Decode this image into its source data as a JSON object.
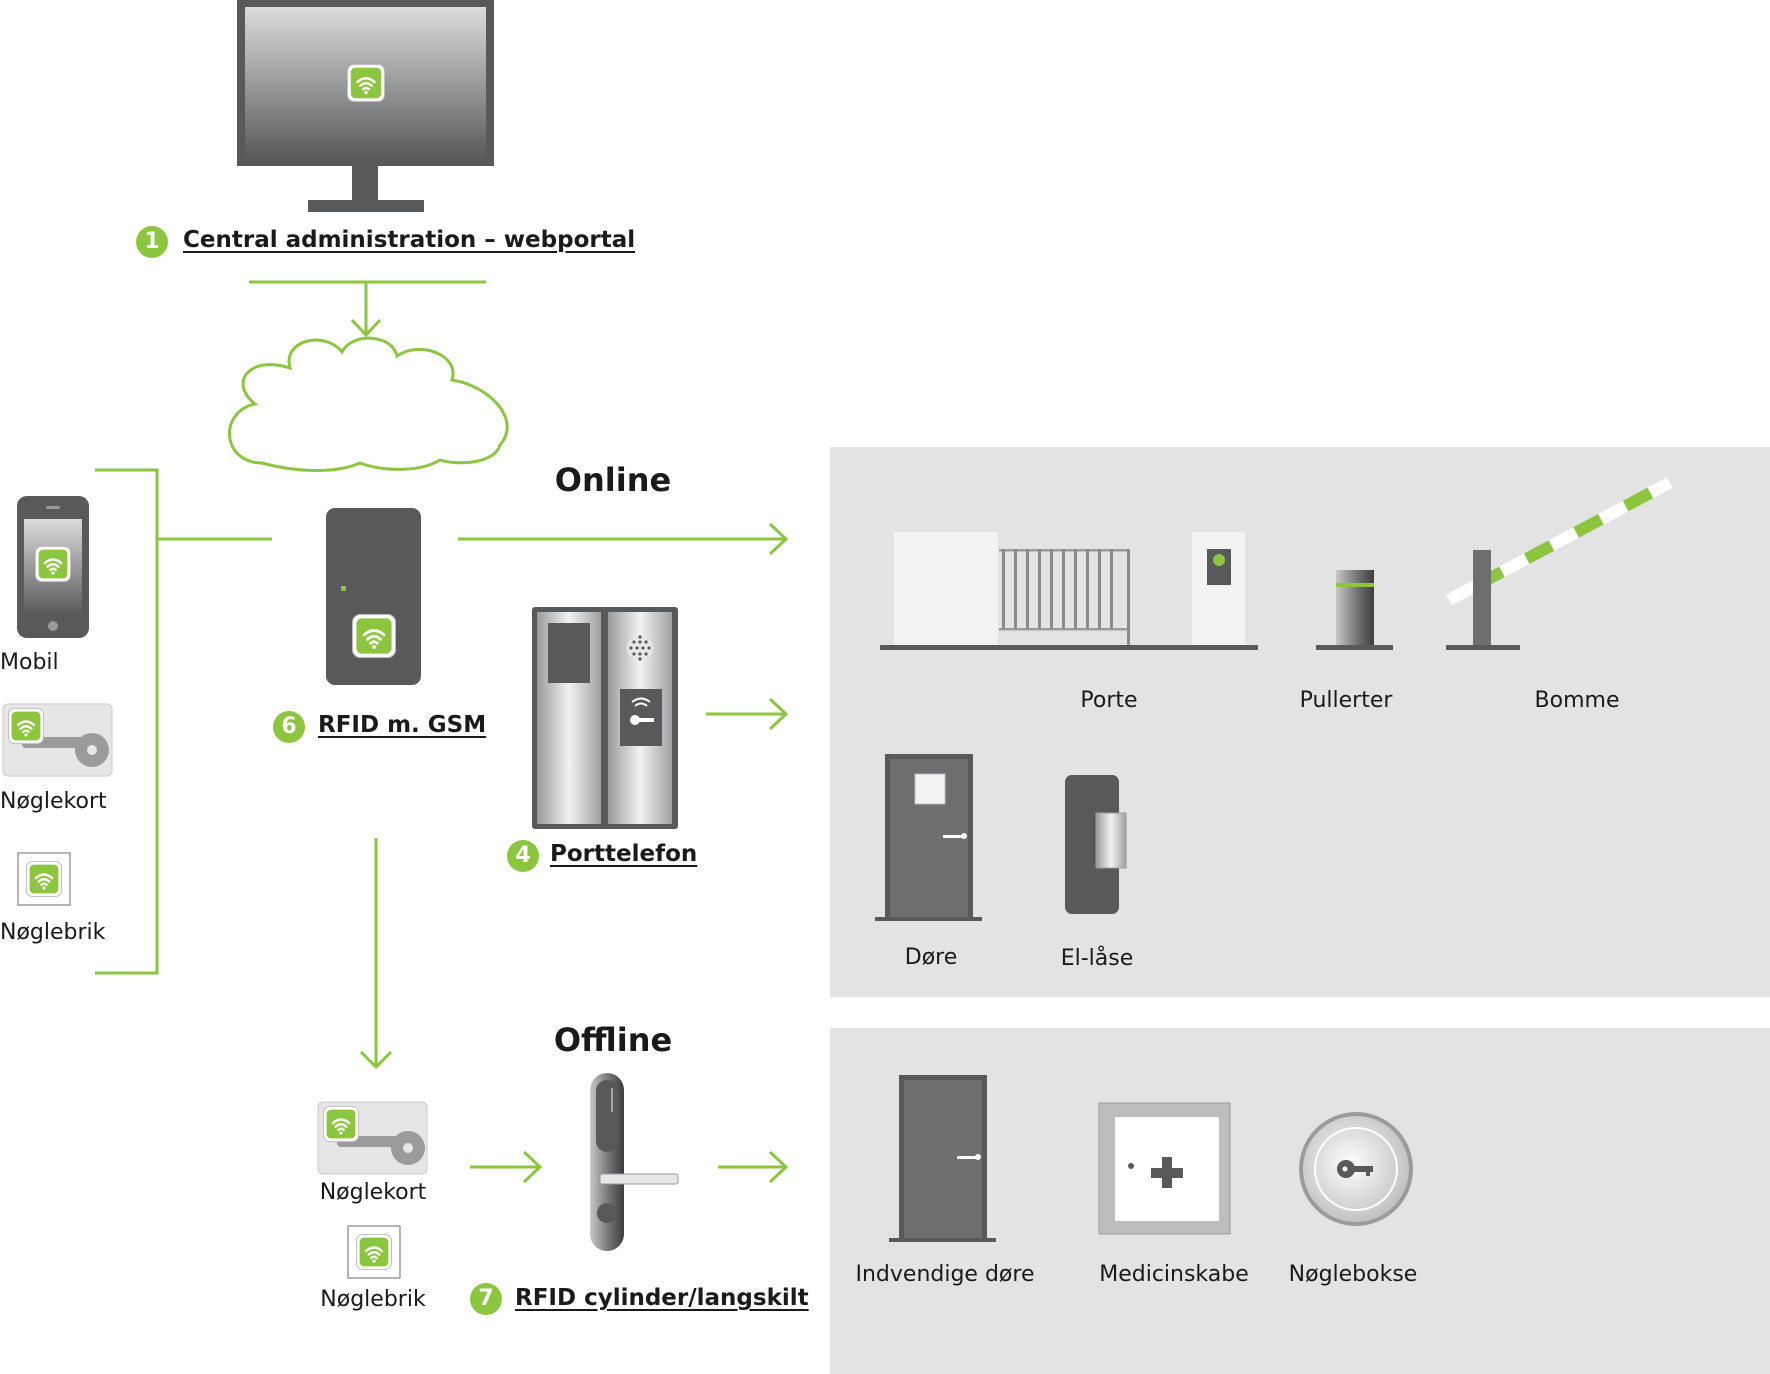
{
  "steps": {
    "central": {
      "number": "1",
      "title": "Central administration – webportal"
    },
    "rfid_gsm": {
      "number": "6",
      "title": "RFID m. GSM"
    },
    "porttelefon": {
      "number": "4",
      "title": "Porttelefon"
    },
    "rfid_cylinder": {
      "number": "7",
      "title": "RFID cylinder/langskilt"
    }
  },
  "modes": {
    "online": "Online",
    "offline": "Offline"
  },
  "credentials": {
    "mobile": "Mobil",
    "keycard": "Nøglekort",
    "keyfob": "Nøglebrik"
  },
  "offline_credentials": {
    "keycard": "Nøglekort",
    "keyfob": "Nøglebrik"
  },
  "online_targets": [
    "Porte",
    "Pullerter",
    "Bomme",
    "Døre",
    "El-låse"
  ],
  "offline_targets": [
    "Indvendige døre",
    "Medicinskabe",
    "Nøglebokse"
  ],
  "colors": {
    "accent": "#8cc63f",
    "device": "#58595b",
    "panel": "#e3e3e4"
  }
}
